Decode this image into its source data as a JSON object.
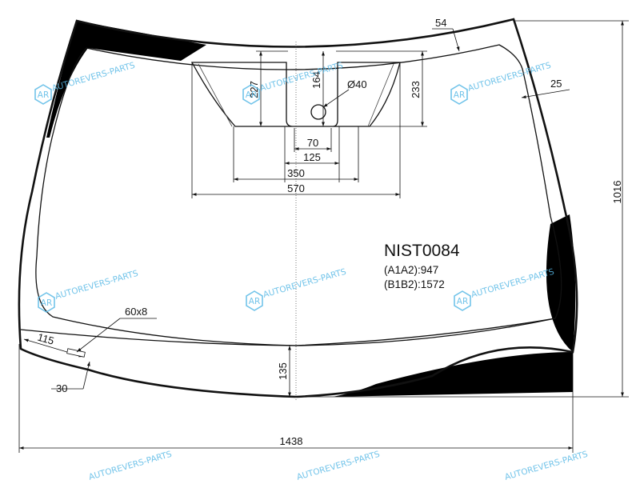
{
  "part": {
    "code": "NIST0084",
    "a1a2_label": "(A1A2):",
    "a1a2_value": "947",
    "b1b2_label": "(B1B2):",
    "b1b2_value": "1572"
  },
  "dimensions": {
    "total_width": "1438",
    "total_height": "1016",
    "top_band": "54",
    "side_band": "25",
    "sensor_depth": "227",
    "sensor_inner": "164",
    "sensor_outer": "233",
    "hole_diameter": "Ø40",
    "sensor_w70": "70",
    "sensor_w125": "125",
    "sensor_w350": "350",
    "sensor_w570": "570",
    "bottom_band": "135",
    "wiper_115": "115",
    "wiper_30": "30",
    "heater_60x8": "60x8"
  },
  "watermark": {
    "text": "AUTOREVERS-PARTS",
    "logo": "AR",
    "icon": "hexagon-logo-icon",
    "color": "#58b9e6"
  }
}
